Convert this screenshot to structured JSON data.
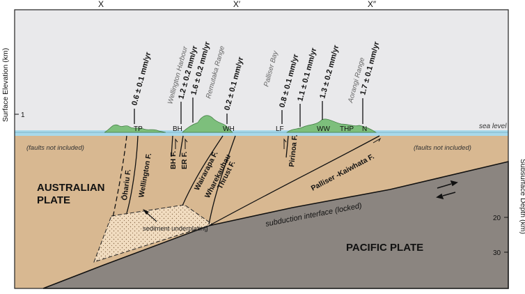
{
  "section_labels": [
    "X",
    "X′",
    "X″"
  ],
  "axes": {
    "left_title": "Surface Elevation (km)",
    "left_ticks": [
      "1"
    ],
    "right_title": "Subsurface Depth (km)",
    "right_ticks": [
      "20",
      "30"
    ]
  },
  "sea_level_label": "sea level",
  "faults_note_left": "(faults not included)",
  "faults_note_right": "(faults not included)",
  "uplift_rates": [
    "0.6 ± 0.1 mm/yr",
    "1.2 ± 0.2 mm/yr",
    "1.6 ± 0.2 mm/yr",
    "0.2 ± 0.1 mm/yr",
    "0.8 ± 0.1 mm/yr",
    "1.1 ± 0.1 mm/yr",
    "1.3 ± 0.2 mm/yr",
    "1.7 ± 0.1 mm/yr"
  ],
  "place_names": [
    "Wellington Harbour",
    "Remutaka Range",
    "Palliser Bay",
    "Aorangi Range"
  ],
  "sites": [
    "TP",
    "BH",
    "WH",
    "LF",
    "WW",
    "THP",
    "N"
  ],
  "faults": {
    "ohariu": "Ōhariu F.",
    "wellington": "Wellington F.",
    "bh": "BH F.",
    "er": "ER F.",
    "wairarapa": "Wairarapa F.",
    "wharekauhau": "Wharekauhau",
    "thrust": "Thrust F.",
    "pirinoa": "Pirinoa F.",
    "palliser": "Palliser -Kaiwhata F."
  },
  "plates": {
    "australian_1": "AUSTRALIAN",
    "australian_2": "PLATE",
    "pacific": "PACIFIC PLATE"
  },
  "subduction_label": "subduction interface (locked)",
  "underplating_label": "sediment underplating",
  "colors": {
    "sky": "#e9e9eb",
    "sea": "#a9d9ea",
    "crust": "#d8b891",
    "pacific_plate": "#8b8580",
    "underplate": "#f1dcc0",
    "topography": "#7dbf7c"
  }
}
